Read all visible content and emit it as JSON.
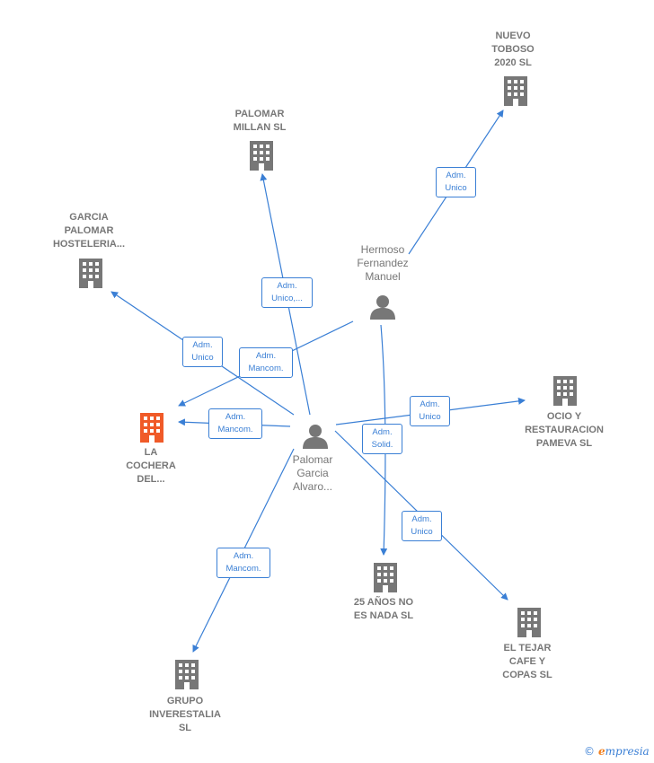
{
  "colors": {
    "edge": "#3a7fd5",
    "company": "#777777",
    "focus_company": "#f05a28",
    "person": "#777777"
  },
  "nodes": {
    "nuevo_toboso": {
      "label": "NUEVO\nTOBOSO\n2020  SL",
      "icon": "building-icon"
    },
    "palomar_millan": {
      "label": "PALOMAR\nMILLAN SL",
      "icon": "building-icon"
    },
    "garcia_palomar": {
      "label": "GARCIA\nPALOMAR\nHOSTELERIA...",
      "icon": "building-icon"
    },
    "hermoso": {
      "label": "Hermoso\nFernandez\nManuel",
      "icon": "person-icon"
    },
    "la_cochera": {
      "label": "LA\nCOCHERA\nDEL...",
      "icon": "building-icon"
    },
    "palomar_garcia": {
      "label": "Palomar\nGarcia\nAlvaro...",
      "icon": "person-icon"
    },
    "ocio": {
      "label": "OCIO Y\nRESTAURACION\nPAMEVA  SL",
      "icon": "building-icon"
    },
    "veinticinco": {
      "label": "25 AÑOS NO\nES NADA  SL",
      "icon": "building-icon"
    },
    "el_tejar": {
      "label": "EL TEJAR\nCAFE Y\nCOPAS  SL",
      "icon": "building-icon"
    },
    "grupo": {
      "label": "GRUPO\nINVERESTALIA\nSL",
      "icon": "building-icon"
    }
  },
  "edges": {
    "hermoso_nuevo": "Adm.\nUnico",
    "palomar_millan": "Adm.\nUnico,...",
    "palomar_garcia_hostel": "Adm.\nUnico",
    "hermoso_cochera": "Adm.\nMancom.",
    "palomar_cochera": "Adm.\nMancom.",
    "palomar_ocio": "Adm.\nUnico",
    "hermoso_25": "Adm.\nSolid.",
    "palomar_tejar": "Adm.\nUnico",
    "palomar_grupo": "Adm.\nMancom."
  },
  "brand": {
    "copyright": "©",
    "first_letter": "e",
    "rest": "mpresia"
  }
}
